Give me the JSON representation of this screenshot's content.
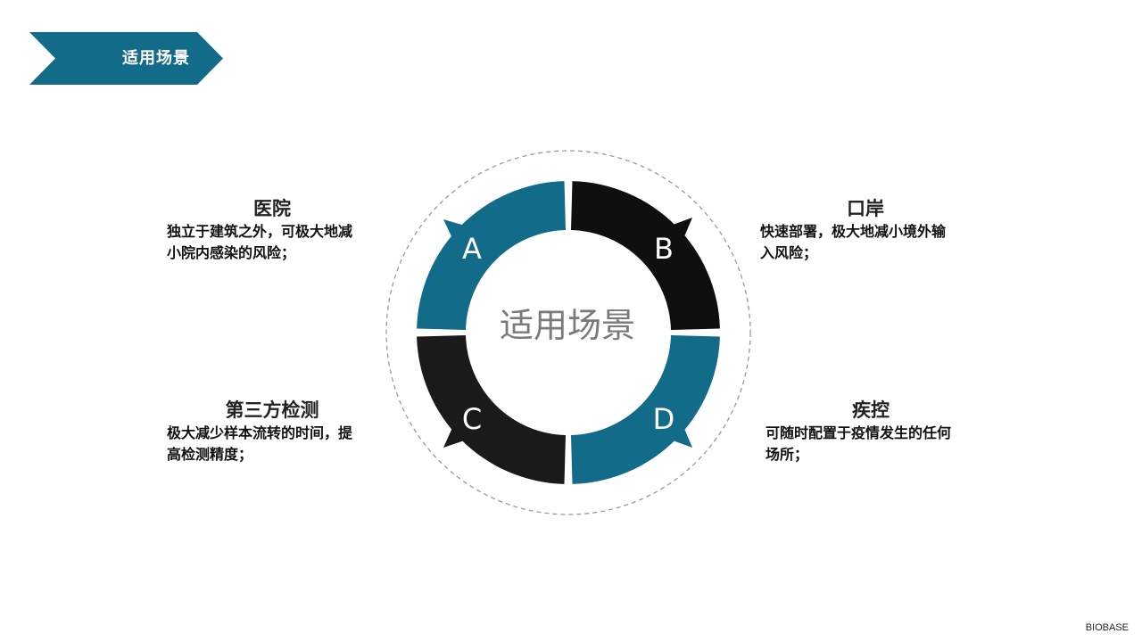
{
  "header": {
    "title": "适用场景"
  },
  "diagram": {
    "center_label": "适用场景",
    "segments": [
      {
        "letter": "A",
        "color": "#136b8a",
        "title": "医院",
        "desc_lines": [
          "独立于建筑之外，可极大地减",
          "小院内感染的风险；"
        ]
      },
      {
        "letter": "B",
        "color": "#0f0f0f",
        "title": "口岸",
        "desc_lines": [
          "快速部署，极大地减小境外输",
          "入风险；"
        ]
      },
      {
        "letter": "C",
        "color": "#1a1a1a",
        "title": "第三方检测",
        "desc_lines": [
          "极大减少样本流转的时间，提",
          "高检测精度；"
        ]
      },
      {
        "letter": "D",
        "color": "#136b8a",
        "title": "疾控",
        "desc_lines": [
          "可随时配置于疫情发生的任何",
          "场所；"
        ]
      }
    ]
  },
  "footer": {
    "brand": "BIOBASE"
  }
}
